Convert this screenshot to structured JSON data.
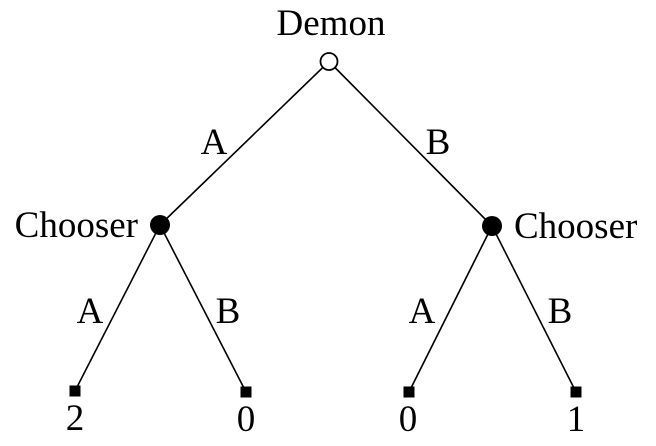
{
  "figure": {
    "type": "game-tree",
    "background_color": "#ffffff",
    "line_color": "#000000",
    "tree": {
      "root": {
        "player": "Demon",
        "node_style": "open-circle",
        "children": [
          {
            "action": "A",
            "player": "Chooser",
            "node_style": "filled-circle",
            "children": [
              {
                "action": "A",
                "payoff": "2",
                "node_style": "filled-square"
              },
              {
                "action": "B",
                "payoff": "0",
                "node_style": "filled-square"
              }
            ]
          },
          {
            "action": "B",
            "player": "Chooser",
            "node_style": "filled-circle",
            "children": [
              {
                "action": "A",
                "payoff": "0",
                "node_style": "filled-square"
              },
              {
                "action": "B",
                "payoff": "1",
                "node_style": "filled-square"
              }
            ]
          }
        ]
      }
    }
  }
}
